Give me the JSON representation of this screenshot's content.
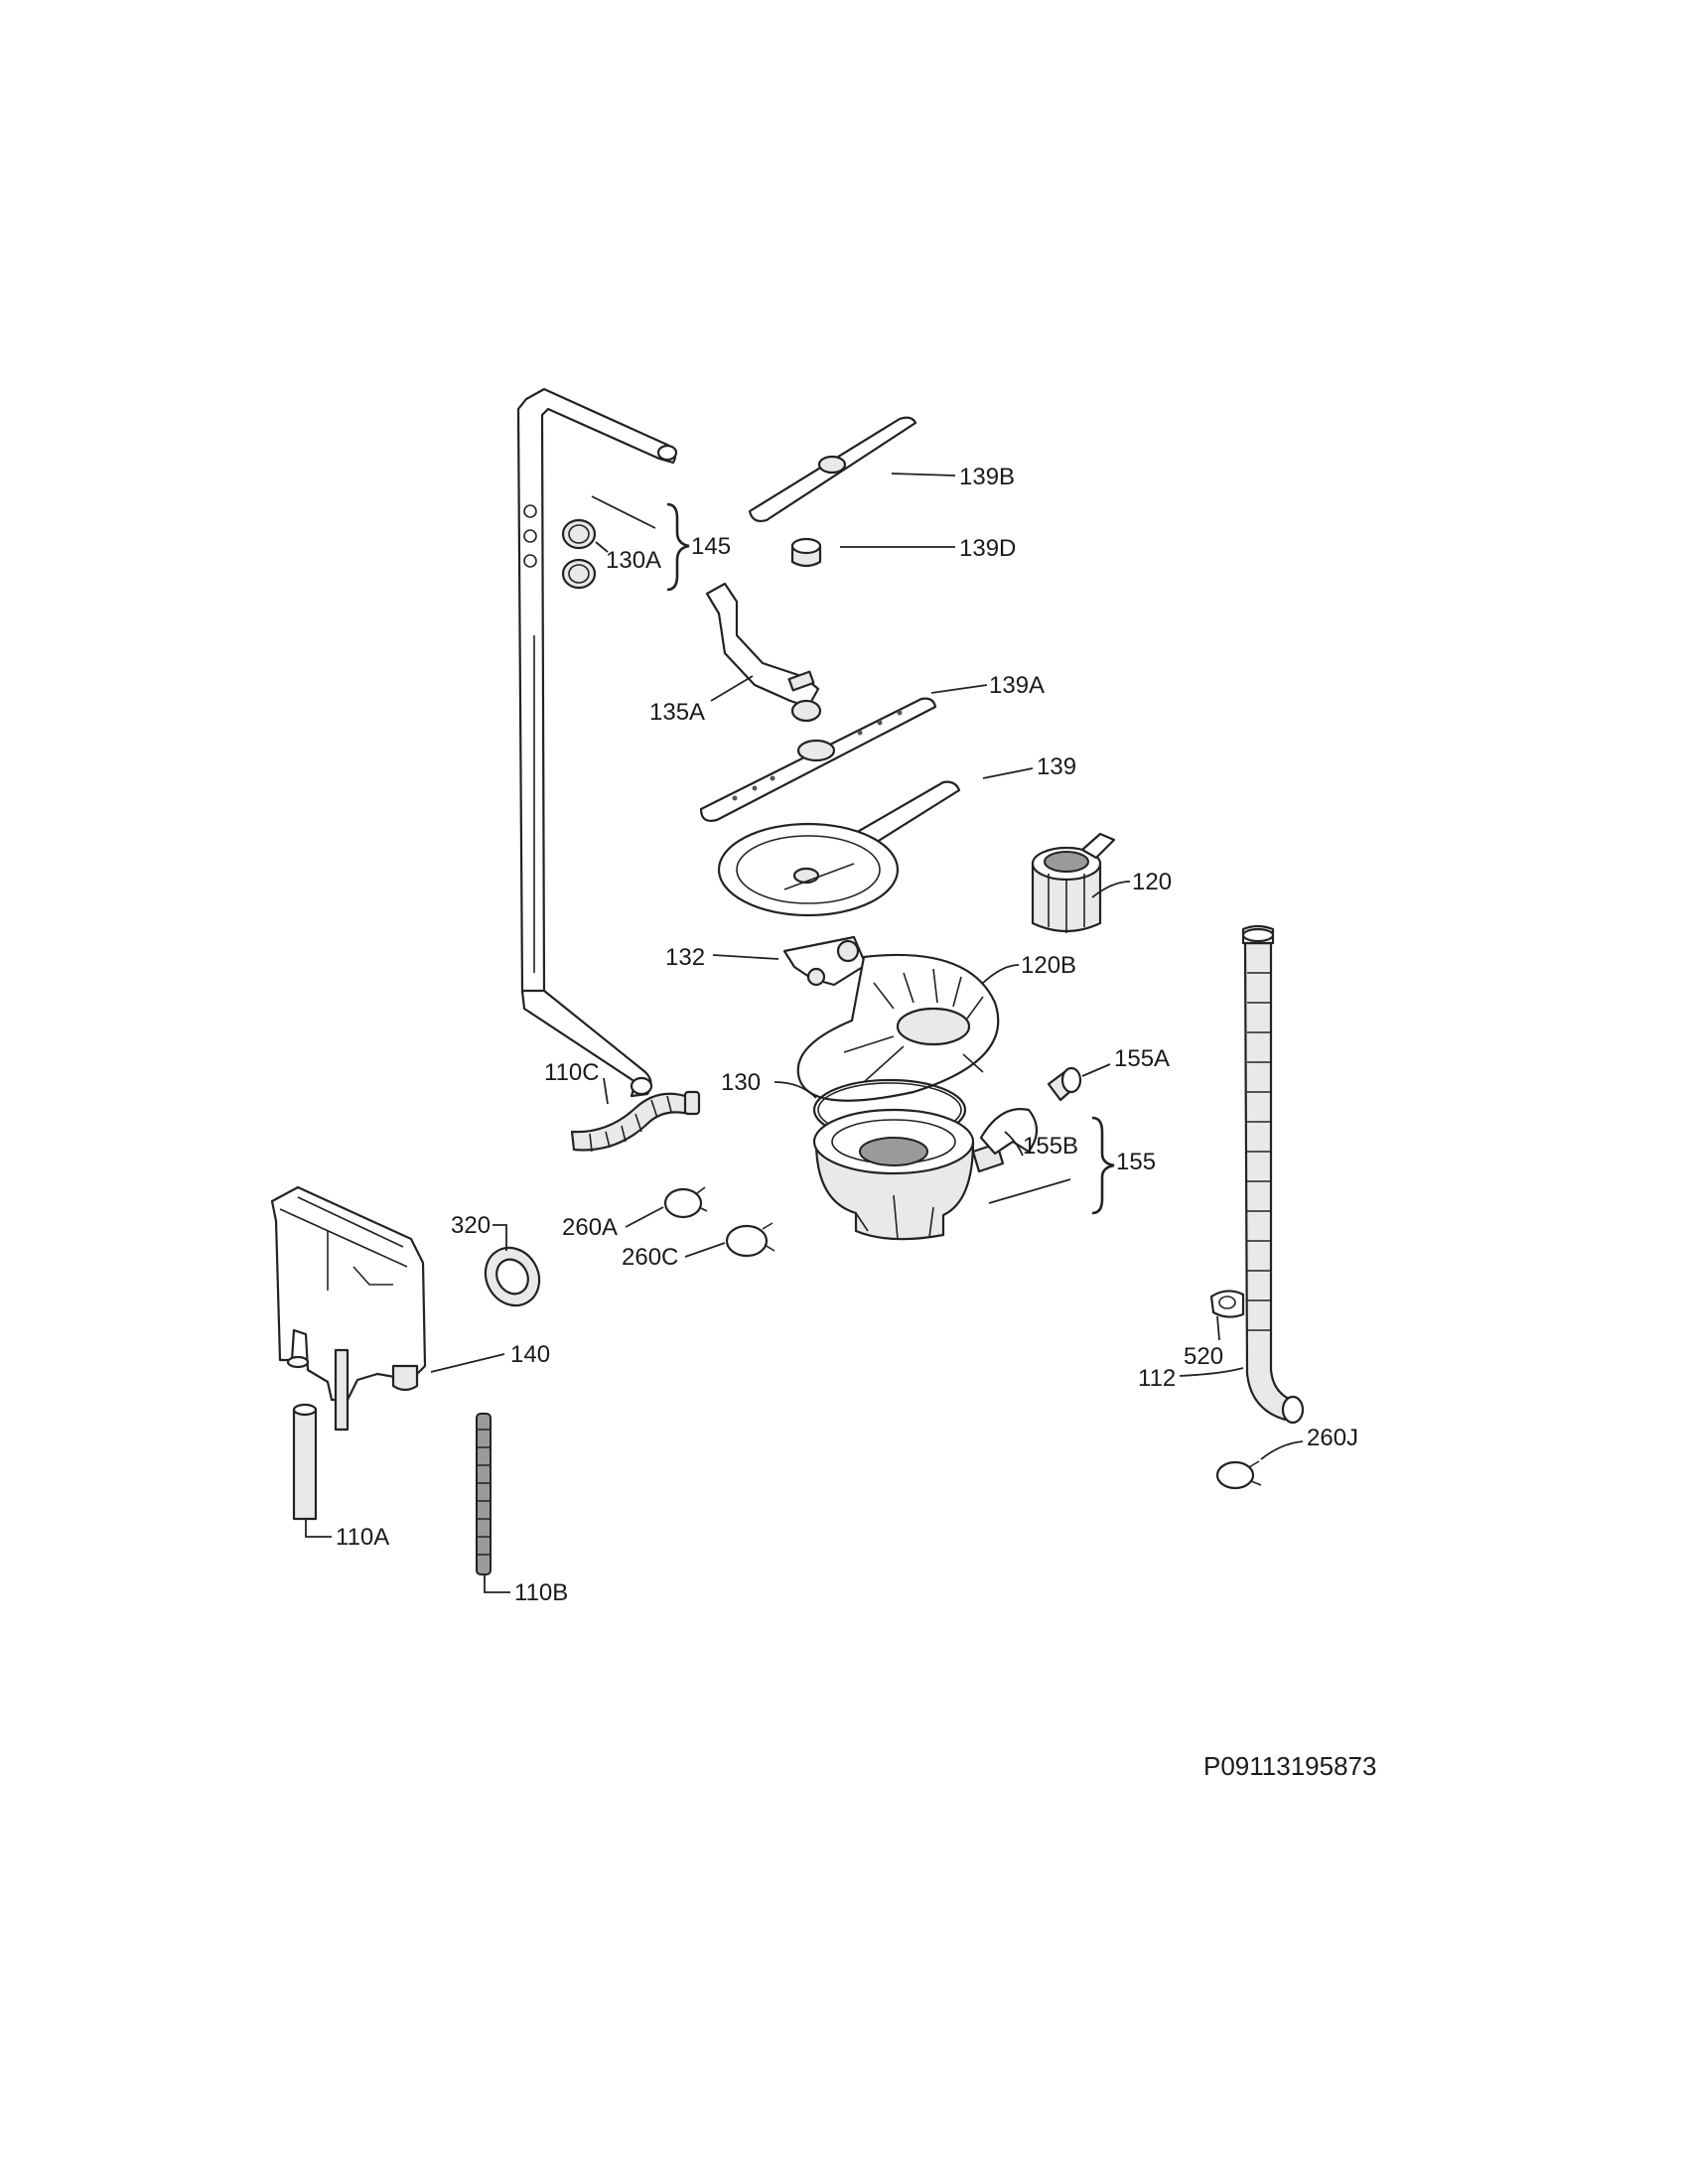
{
  "labels": {
    "p139B": "139B",
    "p139D": "139D",
    "p145": "145",
    "p130A": "130A",
    "p135A": "135A",
    "p139A": "139A",
    "p139": "139",
    "p120": "120",
    "p132": "132",
    "p120B": "120B",
    "p110C": "110C",
    "p130": "130",
    "p155A": "155A",
    "p155B": "155B",
    "p155": "155",
    "p320": "320",
    "p260A": "260A",
    "p260C": "260C",
    "p140": "140",
    "p520": "520",
    "p112": "112",
    "p260J": "260J",
    "p110A": "110A",
    "p110B": "110B"
  },
  "drawing_code": "P09113195873",
  "colors": {
    "line": "#222222",
    "background": "#ffffff"
  }
}
